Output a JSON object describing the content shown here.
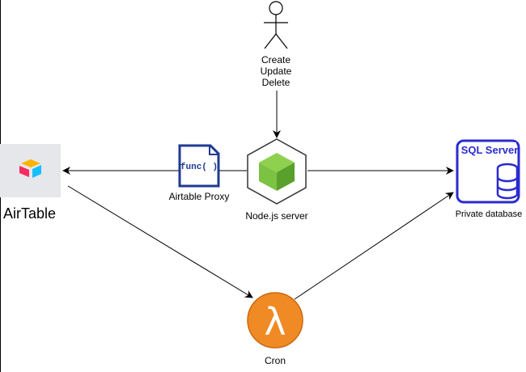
{
  "nodes": {
    "actor": {
      "lines": [
        "Create",
        "Update",
        "Delete"
      ]
    },
    "airtable": {
      "label": "AirTable"
    },
    "proxy": {
      "label": "Airtable Proxy",
      "icon_text": "func( )"
    },
    "node_server": {
      "label": "Node.js server"
    },
    "sql_server": {
      "label": "Private database",
      "icon_text": "SQL Server"
    },
    "cron": {
      "label": "Cron",
      "icon_text": "λ"
    }
  },
  "colors": {
    "line": "#000000",
    "airtable_bg": "#e6e7ea",
    "func_blue": "#1f3a93",
    "sql_blue": "#2b2bd0",
    "node_outer": "#333333",
    "node_cube": "#7cc243",
    "lambda_orange": "#f08a24"
  },
  "icons": [
    "stick-figure-icon",
    "airtable-icon",
    "function-icon",
    "nodejs-cube-icon",
    "sql-server-icon",
    "lambda-icon"
  ]
}
